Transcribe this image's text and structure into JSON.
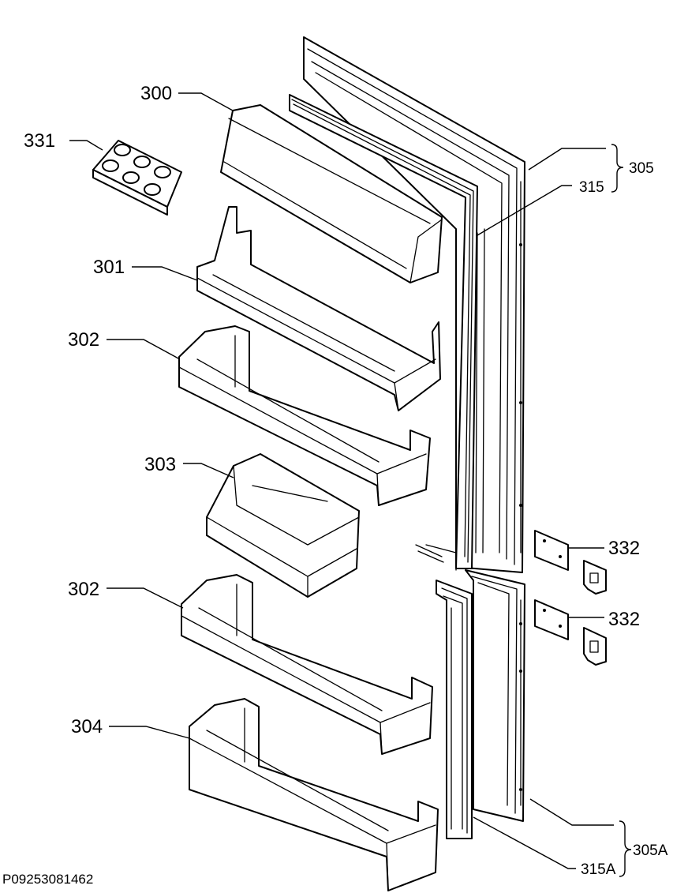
{
  "labels": {
    "p300": "300",
    "p331": "331",
    "p301": "301",
    "p302a": "302",
    "p303": "303",
    "p302b": "302",
    "p304": "304",
    "p305": "305",
    "p315": "315",
    "p332a": "332",
    "p332b": "332",
    "p305a": "305A",
    "p315a": "315A"
  },
  "reference_code": "P09253081462"
}
